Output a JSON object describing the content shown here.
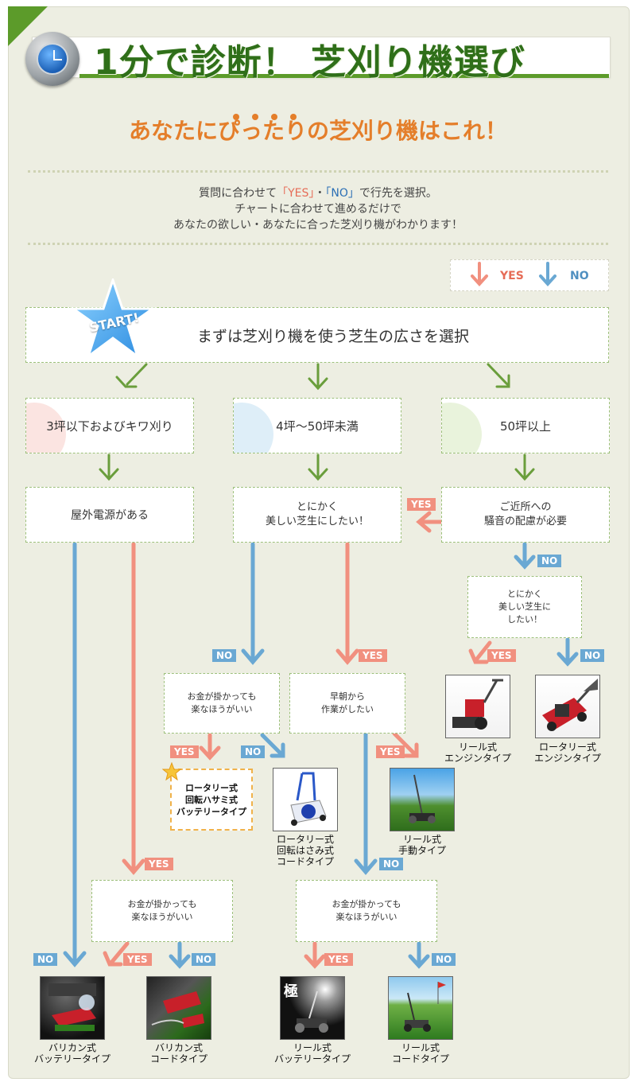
{
  "header": {
    "title": "1分で診断！ 芝刈り機選び",
    "subtitle": "あなたにぴったりの芝刈り機はこれ！",
    "intro": {
      "line1_pre": "質問に合わせて",
      "yes_label": "「YES」",
      "sep": "・",
      "no_label": "「NO」",
      "line1_post": "で行先を選択。",
      "line2": "チャートに合わせて進めるだけで",
      "line3": "あなたの欲しい・あなたに合った芝刈り機がわかります！"
    }
  },
  "legend": {
    "yes": "YES",
    "no": "NO"
  },
  "start": {
    "label": "START!",
    "question": "まずは芝刈り機を使う芝生の広さを選択"
  },
  "areas": [
    {
      "label": "3坪以下およびキワ刈り"
    },
    {
      "label": "4坪〜50坪未満"
    },
    {
      "label": "50坪以上"
    }
  ],
  "questions": {
    "outdoor_power": "屋外電源がある",
    "beautiful_mid_line1": "とにかく",
    "beautiful_mid_line2": "美しい芝生にしたい！",
    "noise_line1": "ご近所への",
    "noise_line2": "騒音の配慮が必要",
    "beautiful_large_line1": "とにかく",
    "beautiful_large_line2": "美しい芝生に",
    "beautiful_large_line3": "したい！",
    "money_mid_line1": "お金が掛かっても",
    "money_mid_line2": "楽なほうがいい",
    "morning_line1": "早朝から",
    "morning_line2": "作業がしたい",
    "money_small_line1": "お金が掛かっても",
    "money_small_line2": "楽なほうがいい",
    "money_reel_line1": "お金が掛かっても",
    "money_reel_line2": "楽なほうがいい"
  },
  "tags": {
    "yes": "YES",
    "no": "NO"
  },
  "products": {
    "reel_engine": {
      "line1": "リール式",
      "line2": "エンジンタイプ"
    },
    "rotary_engine": {
      "line1": "ロータリー式",
      "line2": "エンジンタイプ"
    },
    "rotary_battery": {
      "line1": "ロータリー式",
      "line2": "回転ハサミ式",
      "line3": "バッテリータイプ"
    },
    "rotary_cord": {
      "line1": "ロータリー式",
      "line2": "回転はさみ式",
      "line3": "コードタイプ"
    },
    "reel_manual": {
      "line1": "リール式",
      "line2": "手動タイプ"
    },
    "clipper_battery": {
      "line1": "バリカン式",
      "line2": "バッテリータイプ"
    },
    "clipper_cord": {
      "line1": "バリカン式",
      "line2": "コードタイプ"
    },
    "reel_battery": {
      "line1": "リール式",
      "line2": "バッテリータイプ",
      "logo": "極"
    },
    "reel_cord": {
      "line1": "リール式",
      "line2": "コードタイプ"
    }
  },
  "colors": {
    "green": "#5c9b2a",
    "yes": "#f1907f",
    "no": "#6aa8d3",
    "orange": "#e47e2a"
  }
}
